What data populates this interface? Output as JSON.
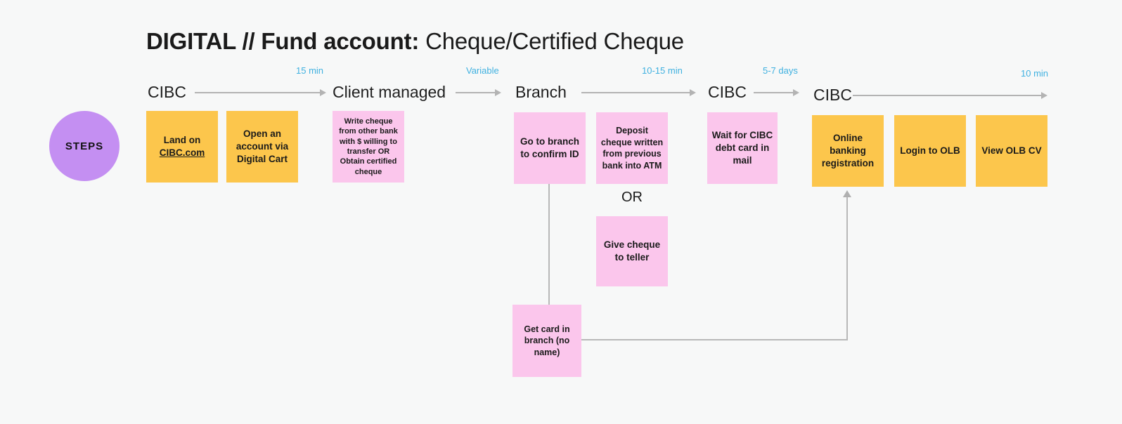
{
  "title": {
    "bold": "DIGITAL // Fund account:",
    "regular": " Cheque/Certified Cheque"
  },
  "steps_circle": {
    "label": "STEPS"
  },
  "colors": {
    "background": "#f7f8f8",
    "sticky_yellow": "#fcc64c",
    "sticky_pink": "#fbc6ec",
    "steps_purple": "#c48ff2",
    "duration_cyan": "#40b1e0",
    "arrow_gray": "#b3b3b3",
    "text_black": "#1a1a1a"
  },
  "durations": [
    {
      "label": "15 min"
    },
    {
      "label": "Variable"
    },
    {
      "label": "10-15 min"
    },
    {
      "label": "5-7 days"
    },
    {
      "label": "10 min"
    }
  ],
  "lanes": [
    {
      "label": "CIBC"
    },
    {
      "label": "Client managed"
    },
    {
      "label": "Branch"
    },
    {
      "label": "CIBC"
    },
    {
      "label": "CIBC"
    }
  ],
  "or_label": "OR",
  "notes": {
    "land_on": {
      "line1": "Land on",
      "link": "CIBC.com"
    },
    "open_account": {
      "text": "Open an account via Digital Cart"
    },
    "write_cheque": {
      "text": "Write cheque from other bank with $ willing to transfer OR Obtain certified cheque"
    },
    "go_to_branch": {
      "text": "Go to branch to confirm ID"
    },
    "deposit_cheque": {
      "text": "Deposit cheque written from previous bank into ATM"
    },
    "wait_card": {
      "text": "Wait for CIBC debt card in mail"
    },
    "online_banking": {
      "text": "Online banking registration"
    },
    "login_olb": {
      "text": "Login to OLB"
    },
    "view_olb": {
      "text": "View OLB CV"
    },
    "give_cheque": {
      "text": "Give cheque to teller"
    },
    "get_card": {
      "text": "Get card in branch (no name)"
    }
  }
}
